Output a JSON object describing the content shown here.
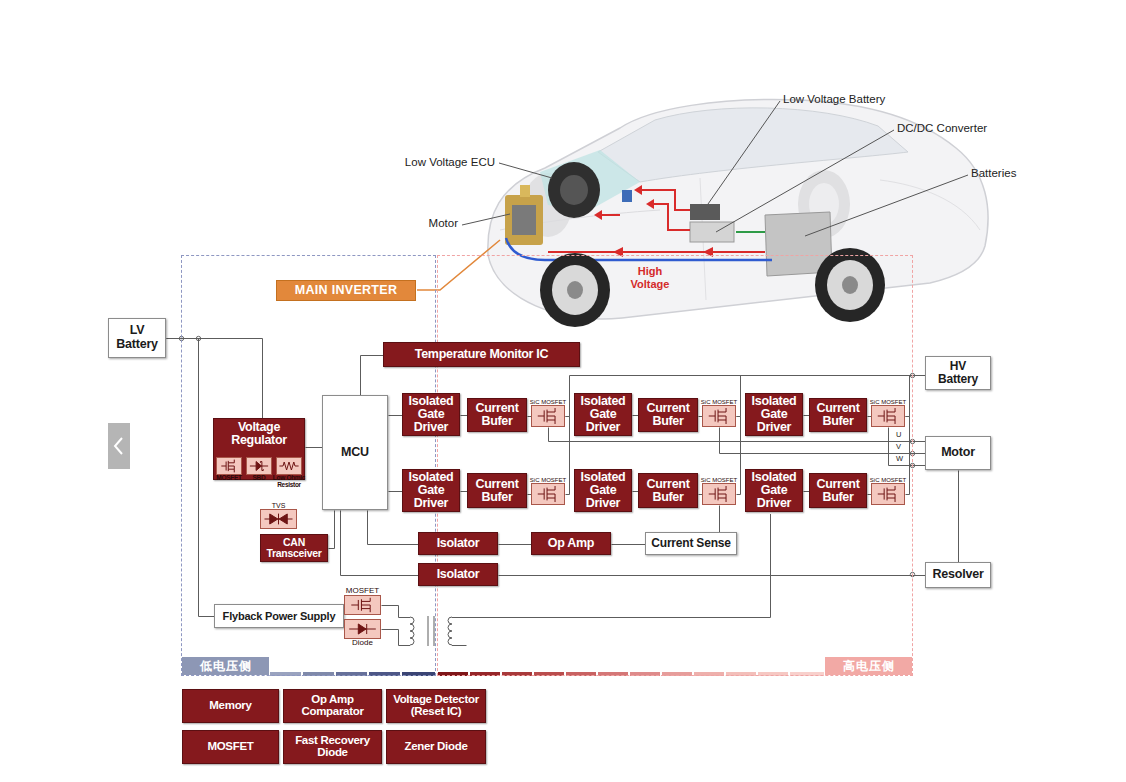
{
  "diagram": {
    "nodes": [
      {
        "text": [
          "低电压侧"
        ]
      },
      {
        "text": [
          "高电压侧"
        ]
      },
      {
        "text": [
          "MAIN INVERTER"
        ],
        "in": 0
      },
      {
        "text": [
          "LV Battery"
        ]
      },
      {
        "text": [
          "HV Battery"
        ]
      },
      {
        "text": [
          "Temperature Monitor IC"
        ]
      },
      {
        "text": [
          "Voltage Regulator"
        ],
        "in": 0
      },
      {
        "text": [
          "MOSFET"
        ],
        "in": 6
      },
      {
        "text": [
          "SBD"
        ],
        "in": 6
      },
      {
        "text": [
          "Low Ohmic Resistor"
        ],
        "in": 6
      },
      {
        "text": [
          "TVS"
        ],
        "in": 0
      },
      {
        "text": [
          "CAN Transceiver"
        ],
        "in": 0
      },
      {
        "text": [
          "MCU"
        ],
        "in": 0
      },
      {
        "text": [
          "Isolated Gate Driver"
        ]
      },
      {
        "text": [
          "Current Bufer"
        ],
        "in": 1
      },
      {
        "text": [
          "SiC MOSFET"
        ],
        "in": 1
      },
      {
        "text": [
          "Isolated Gate Driver"
        ],
        "in": 1
      },
      {
        "text": [
          "Current Bufer"
        ],
        "in": 1
      },
      {
        "text": [
          "SiC MOSFET"
        ],
        "in": 1
      },
      {
        "text": [
          "Isolated Gate Driver"
        ],
        "in": 1
      },
      {
        "text": [
          "Current Bufer"
        ],
        "in": 1
      },
      {
        "text": [
          "SiC MOSFET"
        ],
        "in": 1
      },
      {
        "text": [
          "Motor"
        ]
      },
      {
        "text": [
          "Isolated Gate Driver"
        ]
      },
      {
        "text": [
          "Current Bufer"
        ],
        "in": 1
      },
      {
        "text": [
          "SiC MOSFET"
        ],
        "in": 1
      },
      {
        "text": [
          "Isolated Gate Driver"
        ],
        "in": 1
      },
      {
        "text": [
          "Current Bufer"
        ],
        "in": 1
      },
      {
        "text": [
          "SiC MOSFET"
        ],
        "in": 1
      },
      {
        "text": [
          "Isolated Gate Driver"
        ],
        "in": 1
      },
      {
        "text": [
          "Current Bufer"
        ],
        "in": 1
      },
      {
        "text": [
          "SiC MOSFET"
        ],
        "in": 1
      },
      {
        "text": [
          "Isolator"
        ]
      },
      {
        "text": [
          "Op Amp"
        ],
        "in": 1
      },
      {
        "text": [
          "Current Sense"
        ],
        "in": 1
      },
      {
        "text": [
          "Isolator"
        ]
      },
      {
        "text": [
          "Resolver"
        ]
      },
      {
        "text": [
          "Flyback Power Supply"
        ],
        "in": 0
      },
      {
        "text": [
          "MOSFET"
        ],
        "in": 0
      },
      {
        "text": [
          "Diode"
        ],
        "in": 0
      },
      {
        "text": [
          "Memory"
        ]
      },
      {
        "text": [
          "Op Amp Comparator"
        ]
      },
      {
        "text": [
          "Voltage Detector (Reset IC)"
        ]
      },
      {
        "text": [
          "MOSFET"
        ]
      },
      {
        "text": [
          "Fast Recovery Diode"
        ]
      },
      {
        "text": [
          "Zener Diode"
        ]
      }
    ],
    "edges": [
      {
        "from": 3,
        "to": 6,
        "arrow": "none"
      },
      {
        "from": 3,
        "to": 37,
        "arrow": "none"
      },
      {
        "from": 6,
        "to": 12,
        "arrow": "none"
      },
      {
        "from": 5,
        "to": 12,
        "arrow": "none"
      },
      {
        "from": 11,
        "to": 12,
        "arrow": "none"
      },
      {
        "from": 12,
        "to": 13,
        "arrow": "none"
      },
      {
        "from": 12,
        "to": 23,
        "arrow": "none"
      },
      {
        "from": 13,
        "to": 14,
        "arrow": "none"
      },
      {
        "from": 14,
        "to": 15,
        "arrow": "none"
      },
      {
        "from": 16,
        "to": 17,
        "arrow": "none"
      },
      {
        "from": 17,
        "to": 18,
        "arrow": "none"
      },
      {
        "from": 19,
        "to": 20,
        "arrow": "none"
      },
      {
        "from": 20,
        "to": 21,
        "arrow": "none"
      },
      {
        "from": 23,
        "to": 24,
        "arrow": "none"
      },
      {
        "from": 24,
        "to": 25,
        "arrow": "none"
      },
      {
        "from": 26,
        "to": 27,
        "arrow": "none"
      },
      {
        "from": 27,
        "to": 28,
        "arrow": "none"
      },
      {
        "from": 29,
        "to": 30,
        "arrow": "none"
      },
      {
        "from": 30,
        "to": 31,
        "arrow": "none"
      },
      {
        "from": 4,
        "to": 15,
        "arrow": "none"
      },
      {
        "from": 4,
        "to": 18,
        "arrow": "none"
      },
      {
        "from": 4,
        "to": 21,
        "arrow": "none"
      },
      {
        "from": 15,
        "to": 25,
        "arrow": "none"
      },
      {
        "from": 18,
        "to": 28,
        "arrow": "none"
      },
      {
        "from": 21,
        "to": 31,
        "arrow": "none"
      },
      {
        "from": 15,
        "to": 22,
        "arrow": "none"
      },
      {
        "from": 18,
        "to": 22,
        "arrow": "none"
      },
      {
        "from": 21,
        "to": 22,
        "arrow": "none"
      },
      {
        "from": 22,
        "to": 36,
        "arrow": "none"
      },
      {
        "from": 28,
        "to": 34,
        "arrow": "none"
      },
      {
        "from": 34,
        "to": 33,
        "arrow": "none"
      },
      {
        "from": 33,
        "to": 32,
        "arrow": "none"
      },
      {
        "from": 32,
        "to": 12,
        "arrow": "none"
      },
      {
        "from": 36,
        "to": 35,
        "arrow": "none"
      },
      {
        "from": 35,
        "to": 12,
        "arrow": "none"
      },
      {
        "from": 37,
        "to": 38,
        "arrow": "none"
      }
    ],
    "labels": [
      "Low Voltage Battery",
      "DC/DC Converter",
      "Batteries",
      "Low Voltage ECU",
      "Motor",
      "High Voltage",
      "U",
      "V",
      "W"
    ]
  }
}
